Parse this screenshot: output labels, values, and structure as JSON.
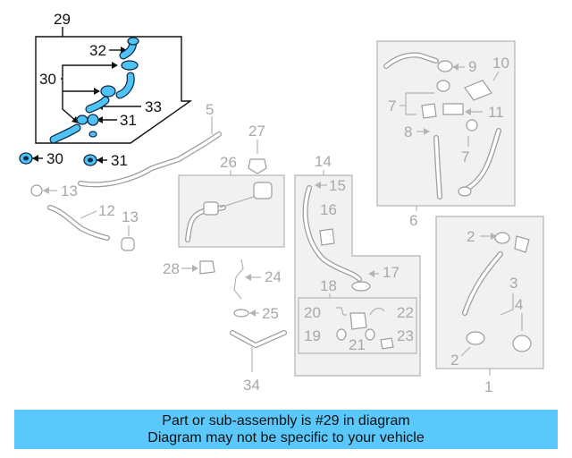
{
  "diagram": {
    "selected_color": "#4fc3f7",
    "callouts": {
      "c29": "29",
      "c32": "32",
      "c30a": "30",
      "c33": "33",
      "c31a": "31",
      "c30b": "30",
      "c31b": "31",
      "c5": "5",
      "c27": "27",
      "c26": "26",
      "c13a": "13",
      "c12": "12",
      "c13b": "13",
      "c28": "28",
      "c24": "24",
      "c25": "25",
      "c34": "34",
      "c14": "14",
      "c15": "15",
      "c16": "16",
      "c17": "17",
      "c18": "18",
      "c20": "20",
      "c22": "22",
      "c19": "19",
      "c23": "23",
      "c21": "21",
      "c9": "9",
      "c10": "10",
      "c7a": "7",
      "c11": "11",
      "c8": "8",
      "c7b": "7",
      "c6": "6",
      "c2a": "2",
      "c3": "3",
      "c4": "4",
      "c2b": "2",
      "c1": "1"
    }
  },
  "banner": {
    "line1": "Part or sub-assembly is #29 in diagram",
    "line2": "Diagram may not be specific to your vehicle"
  }
}
